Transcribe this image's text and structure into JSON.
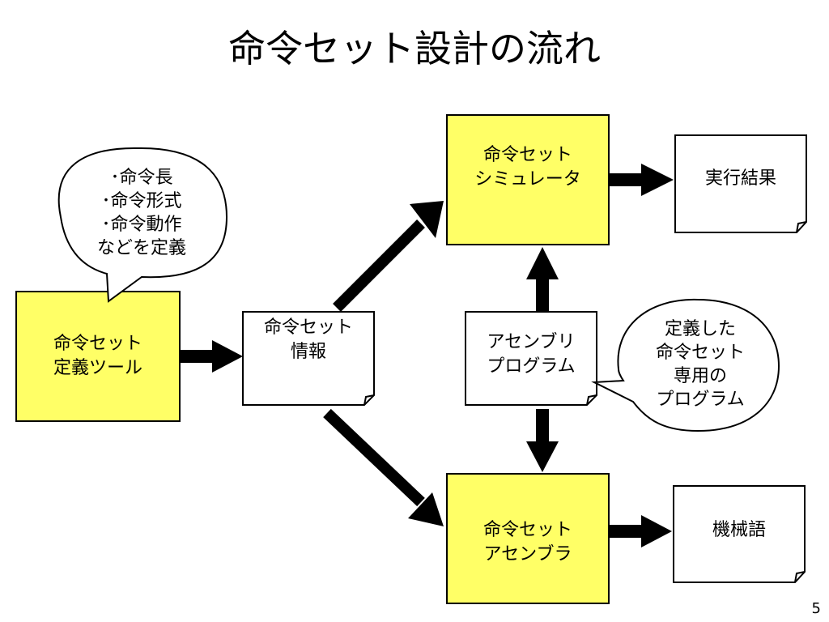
{
  "title": "命令セット設計の流れ",
  "page_number": "5",
  "colors": {
    "box_fill": "#FFFF66",
    "doc_fill": "#FFFFFF",
    "stroke": "#000000"
  },
  "nodes": {
    "define_tool": [
      "命令セット",
      "定義ツール"
    ],
    "info": [
      "命令セット",
      "情報"
    ],
    "simulator": [
      "命令セット",
      "シミュレータ"
    ],
    "assembler": [
      "命令セット",
      "アセンブラ"
    ],
    "asm_program": [
      "アセンブリ",
      "プログラム"
    ],
    "result": [
      "実行結果"
    ],
    "machine_code": [
      "機械語"
    ]
  },
  "callouts": {
    "definition": [
      "･命令長",
      "･命令形式",
      "･命令動作",
      "などを定義"
    ],
    "program": [
      "定義した",
      "命令セット",
      "専用の",
      "プログラム"
    ]
  }
}
